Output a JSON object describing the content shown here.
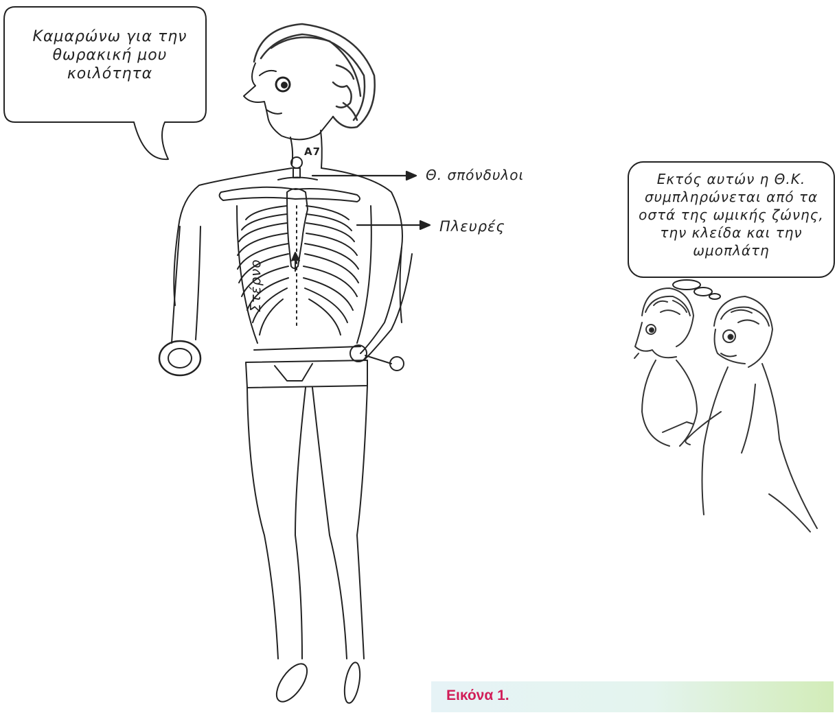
{
  "speech_bubble": {
    "text": "Καμαρώνω για την θωρακική μου κοιλότητα"
  },
  "thought_bubble": {
    "text": "Εκτός αυτών η Θ.Κ. συμπληρώνεται από τα οστά της ωμικής ζώνης, την κλείδα και την ωμοπλάτη"
  },
  "labels": {
    "vertebra_marker": "A7",
    "vertebrae": "Θ. σπόνδυλοι",
    "ribs": "Πλευρές",
    "sternum": "Στέρνο"
  },
  "caption": {
    "text": "Εικόνα 1."
  },
  "colors": {
    "caption_text": "#d11d58",
    "caption_gradient_start": "#e6f3f6",
    "caption_gradient_end": "#d2ecb8",
    "ink": "#222222"
  }
}
